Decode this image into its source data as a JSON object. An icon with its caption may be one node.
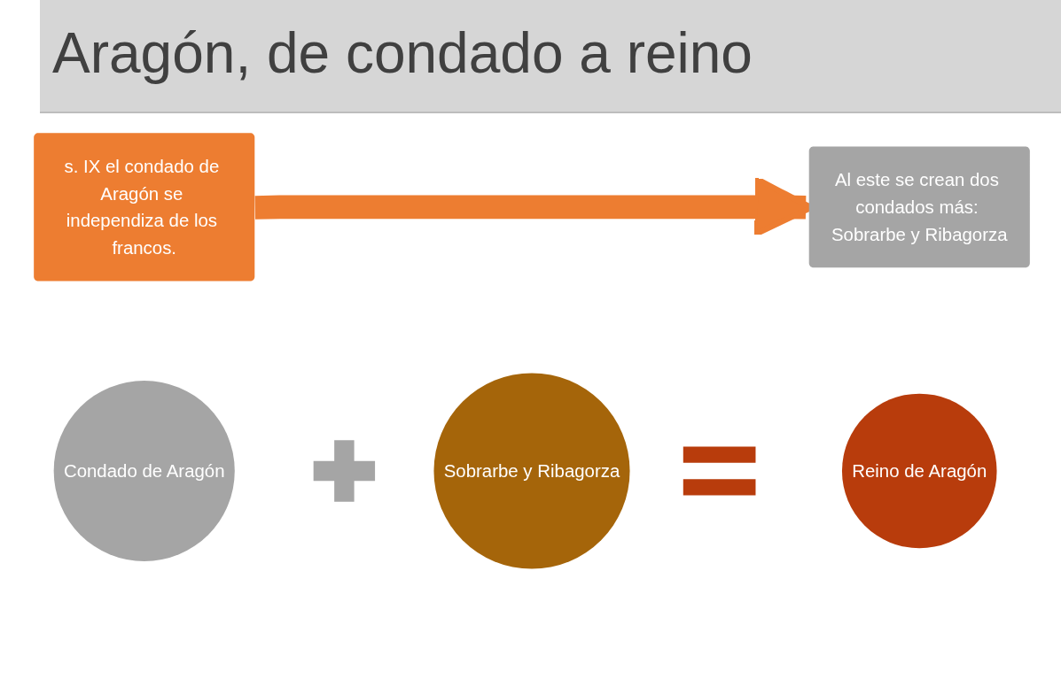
{
  "diagram": {
    "title": "Aragón, de condado a reino",
    "nodes": [
      {
        "text": [
          "s. IX el condado de Aragón se independiza de los francos."
        ]
      },
      {
        "text": [
          "Al este se crean dos condados más: Sobrarbe y Ribagorza"
        ]
      },
      {
        "text": [
          "Condado de Aragón"
        ]
      },
      {
        "text": [],
        "shape": "plus"
      },
      {
        "text": [
          "Sobrarbe y Ribagorza"
        ]
      },
      {
        "text": [],
        "shape": "equals"
      },
      {
        "text": [
          "Reino de Aragón"
        ]
      }
    ],
    "edges": [
      {
        "from": 0,
        "to": 1,
        "arrow": "to",
        "color": "#ed7d31"
      }
    ]
  }
}
